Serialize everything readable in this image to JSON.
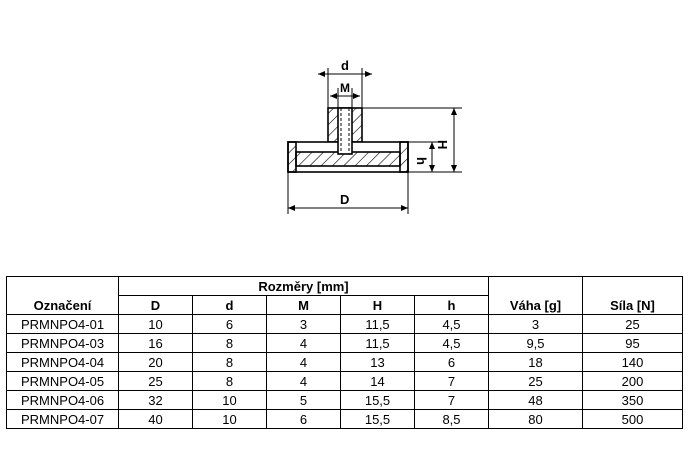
{
  "drawing": {
    "dimension_labels": {
      "d": "d",
      "M": "M",
      "H": "H",
      "h": "h",
      "D": "D"
    }
  },
  "table": {
    "group_header": "Rozměry [mm]",
    "name_header": "Označení",
    "dimension_headers": [
      "D",
      "d",
      "M",
      "H",
      "h"
    ],
    "mass_header": "Váha [g]",
    "force_header": "Síla [N]",
    "rows": [
      [
        "PRMNPO4-01",
        "10",
        "6",
        "3",
        "11,5",
        "4,5",
        "3",
        "25"
      ],
      [
        "PRMNPO4-03",
        "16",
        "8",
        "4",
        "11,5",
        "4,5",
        "9,5",
        "95"
      ],
      [
        "PRMNPO4-04",
        "20",
        "8",
        "4",
        "13",
        "6",
        "18",
        "140"
      ],
      [
        "PRMNPO4-05",
        "25",
        "8",
        "4",
        "14",
        "7",
        "25",
        "200"
      ],
      [
        "PRMNPO4-06",
        "32",
        "10",
        "5",
        "15,5",
        "7",
        "48",
        "350"
      ],
      [
        "PRMNPO4-07",
        "40",
        "10",
        "6",
        "15,5",
        "8,5",
        "80",
        "500"
      ]
    ]
  }
}
